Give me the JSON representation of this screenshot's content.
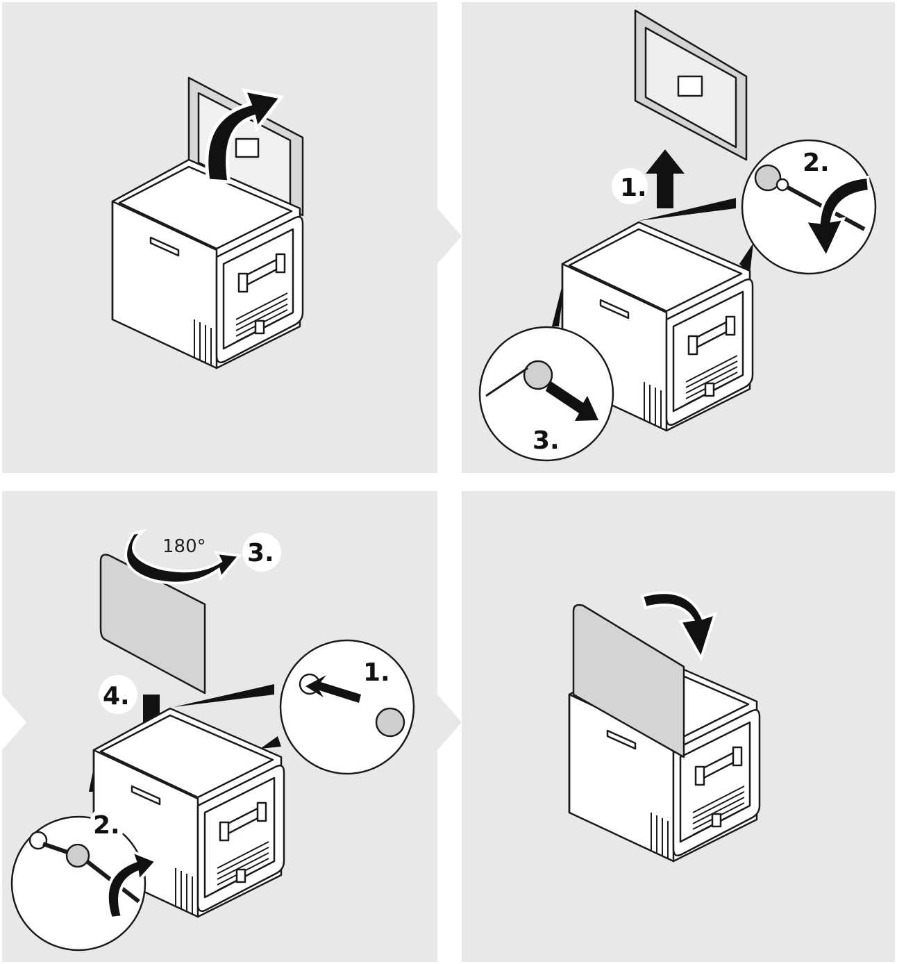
{
  "panel2": {
    "step1": "1.",
    "step2": "2.",
    "step3": "3."
  },
  "panel3": {
    "step1": "1.",
    "step2": "2.",
    "step3": "3.",
    "step4": "4.",
    "rotation": "180°"
  },
  "colors": {
    "panel_bg": "#e8e8e8",
    "line": "#1a1a1a",
    "lid_gray": "#d4d4d4",
    "arrow": "#111111"
  }
}
